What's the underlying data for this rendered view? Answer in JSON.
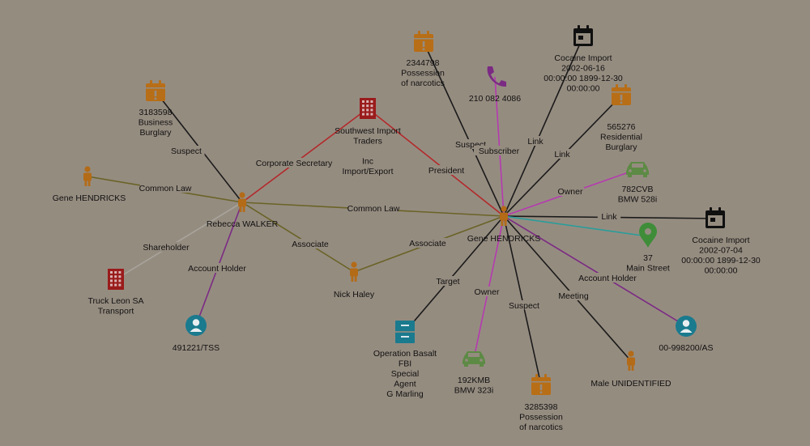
{
  "colors": {
    "background": "#958c80",
    "person": "#b36b17",
    "incident": "#b86e16",
    "organization": "#9a1b1b",
    "account": "#1a7a8e",
    "vehicle": "#5d8a45",
    "location": "#3f8d39",
    "event": "#101010",
    "phone": "#7b2a83",
    "case": "#1a7a8e",
    "edge_dark": "#1a1a1a",
    "edge_olive": "#6a6326",
    "edge_red": "#b3292a",
    "edge_magenta": "#b53ab0",
    "edge_purple": "#7b2a83",
    "edge_teal": "#2a9d9a",
    "edge_gray": "#a8a49c"
  },
  "nodes": [
    {
      "id": "rebecca",
      "type": "person",
      "icon": "person-icon",
      "label": [
        "Rebecca WALKER"
      ]
    },
    {
      "id": "gene_center",
      "type": "person",
      "icon": "person-icon",
      "label": [
        "Gene  HENDRICKS"
      ]
    },
    {
      "id": "gene_left",
      "type": "person",
      "icon": "person-icon",
      "label": [
        "Gene  HENDRICKS"
      ]
    },
    {
      "id": "nick",
      "type": "person",
      "icon": "person-icon",
      "label": [
        "Nick Haley"
      ]
    },
    {
      "id": "male_unid",
      "type": "person",
      "icon": "person-icon",
      "label": [
        "Male UNIDENTIFIED"
      ]
    },
    {
      "id": "inc_3183598",
      "type": "incident",
      "icon": "incident-calendar-icon",
      "label": [
        "3183598",
        "Business",
        "Burglary"
      ]
    },
    {
      "id": "inc_2344798",
      "type": "incident",
      "icon": "incident-calendar-icon",
      "label": [
        "2344798",
        "Possession",
        "of narcotics"
      ]
    },
    {
      "id": "inc_565276",
      "type": "incident",
      "icon": "incident-calendar-icon",
      "label": [
        "565276",
        "Residential",
        "Burglary"
      ]
    },
    {
      "id": "inc_3285398",
      "type": "incident",
      "icon": "incident-calendar-icon",
      "label": [
        "3285398",
        "Possession",
        "of narcotics"
      ]
    },
    {
      "id": "southwest",
      "type": "organization",
      "icon": "building-icon",
      "label": [
        "Southwest Import",
        "Traders",
        "",
        "Inc",
        "Import/Export"
      ]
    },
    {
      "id": "truck_leon",
      "type": "organization",
      "icon": "building-icon",
      "label": [
        "Truck Leon SA",
        "Transport"
      ]
    },
    {
      "id": "acct_491221",
      "type": "account",
      "icon": "account-avatar-icon",
      "label": [
        "491221/TSS"
      ]
    },
    {
      "id": "acct_00998200",
      "type": "account",
      "icon": "account-avatar-icon",
      "label": [
        "00-998200/AS"
      ]
    },
    {
      "id": "phone",
      "type": "phone",
      "icon": "phone-icon",
      "label": [
        "210 082 4086"
      ]
    },
    {
      "id": "event_2002_06_16",
      "type": "event",
      "icon": "calendar-event-icon",
      "label": [
        "Cocaine Import",
        "2002-06-16",
        "00:00:00 1899-12-30",
        "00:00:00"
      ]
    },
    {
      "id": "event_2002_07_04",
      "type": "event",
      "icon": "calendar-event-icon",
      "label": [
        "Cocaine Import",
        "2002-07-04",
        "00:00:00 1899-12-30",
        "00:00:00"
      ]
    },
    {
      "id": "car_782",
      "type": "vehicle",
      "icon": "car-icon",
      "label": [
        "782CVB",
        "BMW 528i"
      ]
    },
    {
      "id": "car_192",
      "type": "vehicle",
      "icon": "car-icon",
      "label": [
        "192KMB",
        "BMW 323i"
      ]
    },
    {
      "id": "location_37",
      "type": "location",
      "icon": "map-pin-icon",
      "label": [
        "37",
        "Main Street"
      ]
    },
    {
      "id": "op_basalt",
      "type": "case",
      "icon": "filing-cabinet-icon",
      "label": [
        "Operation Basalt",
        "FBI",
        "Special",
        "Agent",
        "G Marling"
      ]
    }
  ],
  "edges": [
    {
      "from": "inc_3183598",
      "to": "rebecca",
      "label": "Suspect",
      "color": "edge_dark"
    },
    {
      "from": "gene_left",
      "to": "rebecca",
      "label": "Common Law",
      "color": "edge_olive"
    },
    {
      "from": "rebecca",
      "to": "southwest",
      "label": "Corporate Secretary",
      "color": "edge_red"
    },
    {
      "from": "rebecca",
      "to": "gene_center",
      "label": "Common Law",
      "color": "edge_olive"
    },
    {
      "from": "rebecca",
      "to": "truck_leon",
      "label": "Shareholder",
      "color": "edge_gray"
    },
    {
      "from": "rebecca",
      "to": "acct_491221",
      "label": "Account Holder",
      "color": "edge_purple"
    },
    {
      "from": "rebecca",
      "to": "nick",
      "label": "Associate",
      "color": "edge_olive"
    },
    {
      "from": "nick",
      "to": "gene_center",
      "label": "Associate",
      "color": "edge_olive"
    },
    {
      "from": "southwest",
      "to": "gene_center",
      "label": "President",
      "color": "edge_red"
    },
    {
      "from": "inc_2344798",
      "to": "gene_center",
      "label": "Suspect",
      "color": "edge_dark"
    },
    {
      "from": "phone",
      "to": "gene_center",
      "label": "Subscriber",
      "color": "edge_magenta"
    },
    {
      "from": "event_2002_06_16",
      "to": "gene_center",
      "label": "Link",
      "color": "edge_dark"
    },
    {
      "from": "inc_565276",
      "to": "gene_center",
      "label": "Link",
      "color": "edge_dark"
    },
    {
      "from": "car_782",
      "to": "gene_center",
      "label": "Owner",
      "color": "edge_magenta"
    },
    {
      "from": "gene_center",
      "to": "event_2002_07_04",
      "label": "Link",
      "color": "edge_dark"
    },
    {
      "from": "gene_center",
      "to": "location_37",
      "label": "",
      "color": "edge_teal"
    },
    {
      "from": "gene_center",
      "to": "acct_00998200",
      "label": "Account Holder",
      "color": "edge_purple"
    },
    {
      "from": "gene_center",
      "to": "male_unid",
      "label": "Meeting",
      "color": "edge_dark"
    },
    {
      "from": "gene_center",
      "to": "inc_3285398",
      "label": "Suspect",
      "color": "edge_dark"
    },
    {
      "from": "gene_center",
      "to": "car_192",
      "label": "Owner",
      "color": "edge_magenta"
    },
    {
      "from": "gene_center",
      "to": "op_basalt",
      "label": "Target",
      "color": "edge_dark"
    }
  ]
}
